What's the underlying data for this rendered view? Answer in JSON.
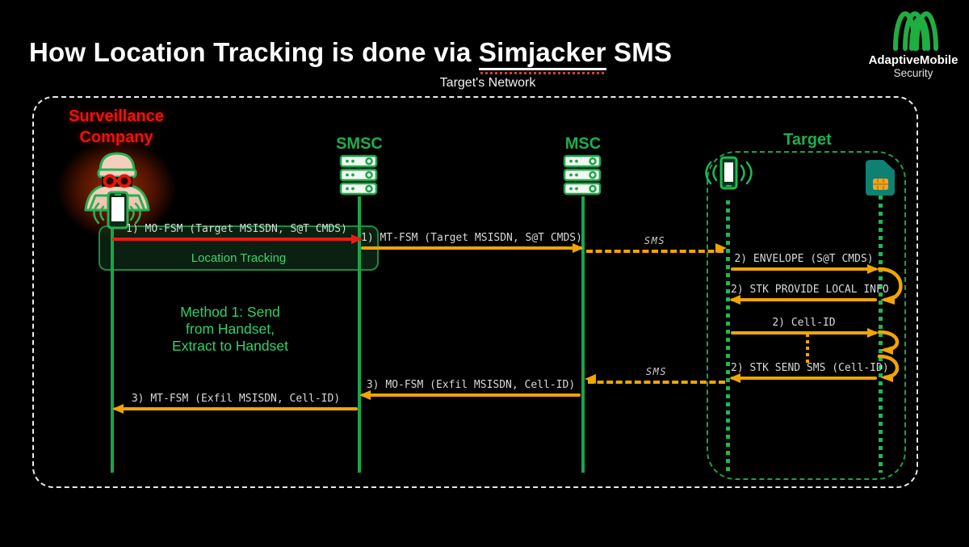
{
  "title": {
    "prefix": "How Location Tracking is done via ",
    "highlight": "Simjacker",
    "suffix": " SMS"
  },
  "brand": {
    "name": "AdaptiveMobile",
    "tagline": "Security"
  },
  "network_label": "Target's Network",
  "actors": {
    "surveillance": {
      "label": "Surveillance Company",
      "icon": "hacker-icon"
    },
    "smsc": {
      "label": "SMSC",
      "icon": "server-icon"
    },
    "msc": {
      "label": "MSC",
      "icon": "server-icon"
    },
    "target": {
      "label": "Target",
      "icons": [
        "smartphone-icon",
        "sim-card-icon"
      ]
    }
  },
  "annotations": {
    "location_tracking": "Location Tracking",
    "method": {
      "line1": "Method 1: Send",
      "line2": "from Handset,",
      "line3": "Extract to Handset"
    }
  },
  "messages": [
    {
      "label": "1) MO-FSM (Target MSISDN, S@T CMDS)",
      "from": "surveillance",
      "to": "smsc",
      "style": "solid",
      "color": "red"
    },
    {
      "label": "1) MT-FSM (Target MSISDN, S@T CMDS)",
      "from": "smsc",
      "to": "msc",
      "style": "solid",
      "color": "yellow"
    },
    {
      "label": "SMS",
      "from": "msc",
      "to": "target-phone",
      "style": "dashed",
      "color": "yellow"
    },
    {
      "label": "2) ENVELOPE (S@T CMDS)",
      "from": "target-phone",
      "to": "sim",
      "style": "solid",
      "color": "yellow"
    },
    {
      "label": "2) STK PROVIDE LOCAL INFO",
      "from": "sim",
      "to": "target-phone",
      "style": "solid",
      "color": "yellow"
    },
    {
      "label": "2) Cell-ID",
      "from": "target-phone",
      "to": "sim",
      "style": "solid",
      "color": "yellow"
    },
    {
      "label": "2) STK SEND SMS (Cell-ID)",
      "from": "sim",
      "to": "target-phone",
      "style": "solid",
      "color": "yellow"
    },
    {
      "label": "SMS",
      "from": "target-phone",
      "to": "msc",
      "style": "dashed",
      "color": "yellow"
    },
    {
      "label": "3) MO-FSM (Exfil MSISDN, Cell-ID)",
      "from": "msc",
      "to": "smsc",
      "style": "solid",
      "color": "yellow"
    },
    {
      "label": "3) MT-FSM (Exfil MSISDN, Cell-ID)",
      "from": "smsc",
      "to": "surveillance",
      "style": "solid",
      "color": "yellow"
    }
  ],
  "colors": {
    "background": "#000000",
    "green": "#1fae4f",
    "arrow_yellow": "#f0a500",
    "alert_red": "#e8140c",
    "label_text": "#d8d8d8",
    "sim_teal": "#0e8173",
    "chip_orange": "#f0a31c"
  }
}
